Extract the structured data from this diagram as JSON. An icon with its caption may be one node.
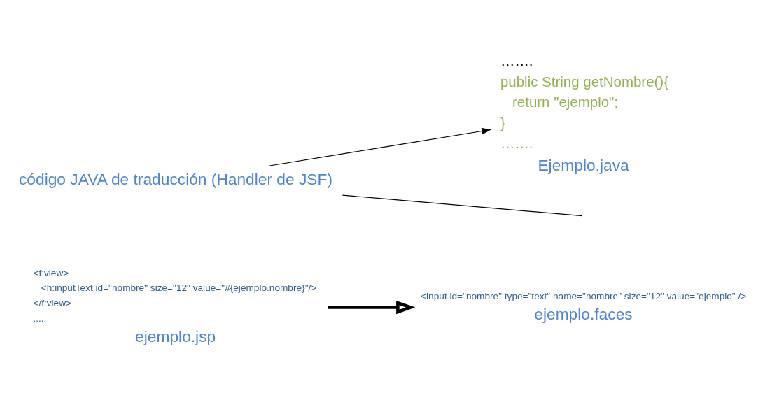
{
  "diagram": {
    "nodes": [
      {
        "text": [
          "<f:view>",
          "<h:inputText id=\"nombre\" size=\"12\" value=\"#{ejemplo.nombre}\"/>",
          "</f:view>",
          ".....",
          "ejemplo.jsp"
        ]
      },
      {
        "text": [
          "<input id=\"nombre\" type=\"text\" name=\"nombre\" size=\"12\" value=\"ejemplo\" />",
          "ejemplo.faces"
        ]
      },
      {
        "text": [
          "…….",
          "public String getNombre(){",
          "return \"ejemplo\";",
          "}",
          "…….",
          "Ejemplo.java"
        ]
      },
      {
        "text": [
          "código JAVA de traducción (Handler de JSF)"
        ]
      }
    ],
    "edges": [
      {
        "from": 0,
        "to": 1,
        "arrow": "to",
        "style": "thick"
      },
      {
        "from": 3,
        "to": 2,
        "arrow": "to"
      },
      {
        "from": 3,
        "to": null,
        "arrow": "none"
      }
    ]
  }
}
